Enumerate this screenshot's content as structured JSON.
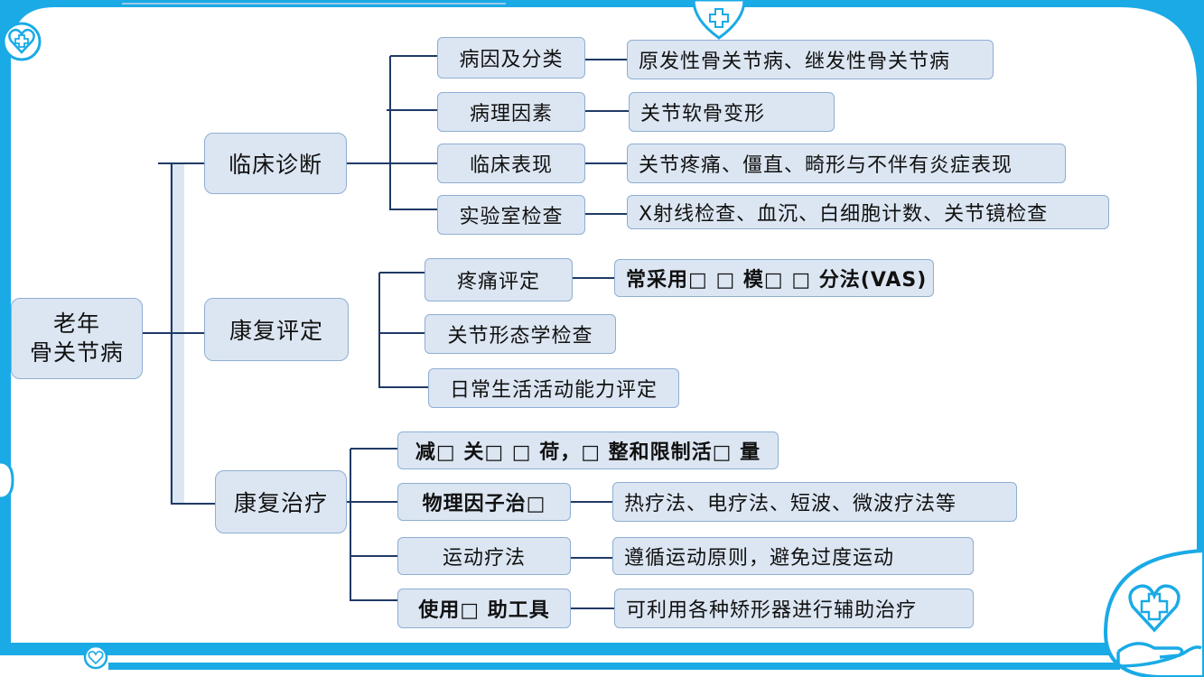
{
  "colors": {
    "frame": "#1aaae6",
    "node_fill": "#dce6f2",
    "node_border": "#8eaed3",
    "connector": "#1f3a66",
    "spine": "#dce6f2"
  },
  "icons": [
    "heart-medical-cross-icon",
    "hand-holding-heart-icon",
    "heart-badge-icon"
  ],
  "root": {
    "line1": "老年",
    "line2": "骨关节病"
  },
  "branches": {
    "clinical": {
      "label": "临床诊断",
      "items": [
        {
          "label": "病因及分类",
          "detail": "原发性骨关节病、继发性骨关节病"
        },
        {
          "label": "病理因素",
          "detail": "关节软骨变形"
        },
        {
          "label": "临床表现",
          "detail": "关节疼痛、僵直、畸形与不伴有炎症表现"
        },
        {
          "label": "实验室检查",
          "detail": "X射线检查、血沉、白细胞计数、关节镜检查"
        }
      ]
    },
    "assessment": {
      "label": "康复评定",
      "items": [
        {
          "label": "疼痛评定",
          "detail": "常采用□ □ 模□ □ 分法(VAS)"
        },
        {
          "label": "关节形态学检查"
        },
        {
          "label": "日常生活活动能力评定"
        }
      ]
    },
    "treatment": {
      "label": "康复治疗",
      "items": [
        {
          "label": "减□ 关□ □ 荷，□ 整和限制活□ 量"
        },
        {
          "label": "物理因子治□",
          "detail": "热疗法、电疗法、短波、微波疗法等"
        },
        {
          "label": "运动疗法",
          "detail": "遵循运动原则，避免过度运动"
        },
        {
          "label": "使用□ 助工具",
          "detail": "可利用各种矫形器进行辅助治疗"
        }
      ]
    }
  }
}
